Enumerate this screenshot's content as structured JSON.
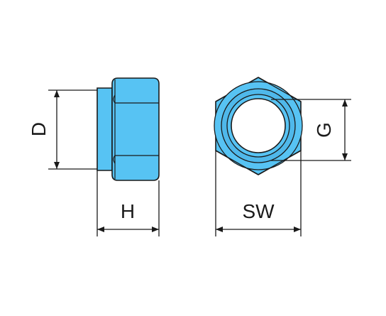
{
  "labels": {
    "D": "D",
    "G": "G",
    "H": "H",
    "SW": "SW"
  },
  "colors": {
    "fill": "#57c3f3",
    "fill_dark": "#3aa9de",
    "line": "#1a1a1a"
  }
}
